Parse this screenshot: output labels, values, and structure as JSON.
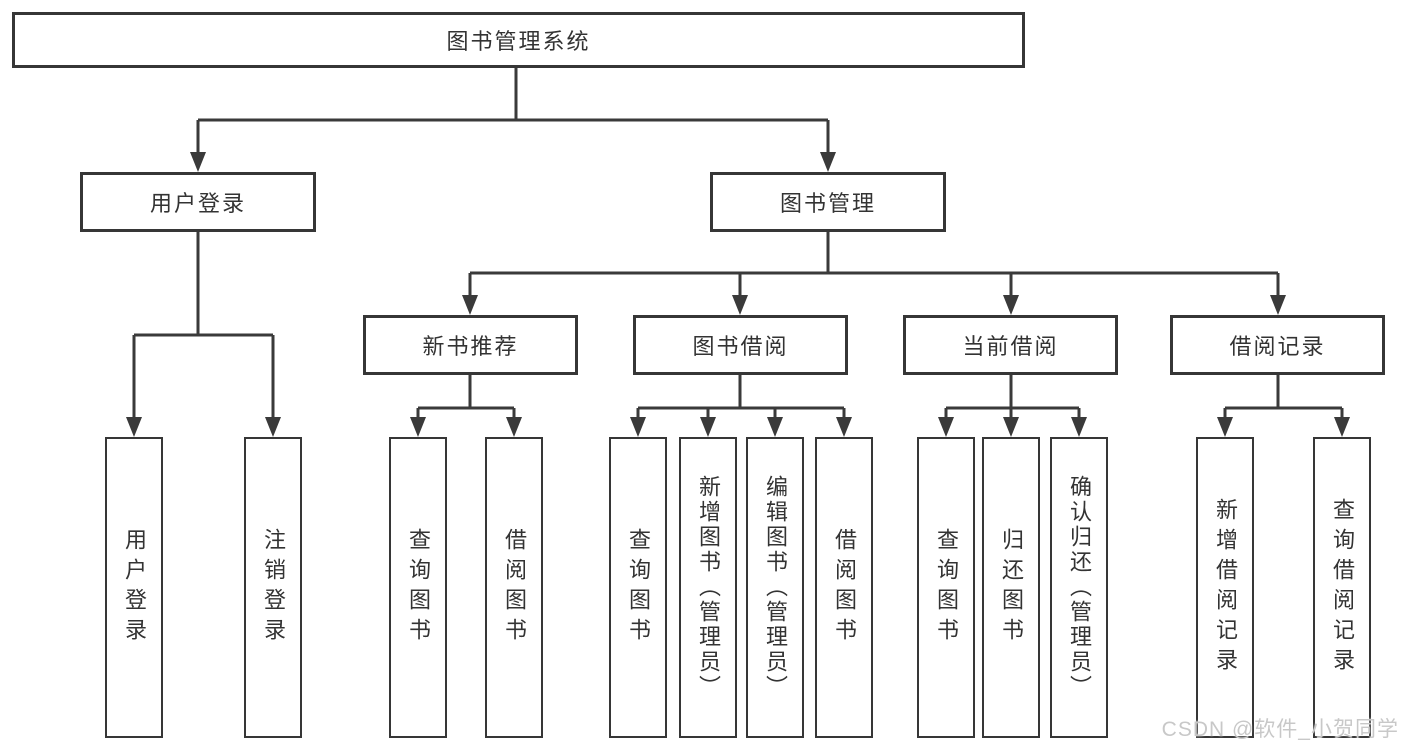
{
  "tree": {
    "root": {
      "label": "图书管理系统"
    },
    "branches": [
      {
        "label": "用户登录",
        "children": [
          {
            "label": "用户登录"
          },
          {
            "label": "注销登录"
          }
        ]
      },
      {
        "label": "图书管理",
        "children": [
          {
            "label": "新书推荐",
            "children": [
              {
                "label": "查询图书"
              },
              {
                "label": "借阅图书"
              }
            ]
          },
          {
            "label": "图书借阅",
            "children": [
              {
                "label": "查询图书"
              },
              {
                "label": "新增图书（管理员）"
              },
              {
                "label": "编辑图书（管理员）"
              },
              {
                "label": "借阅图书"
              }
            ]
          },
          {
            "label": "当前借阅",
            "children": [
              {
                "label": "查询图书"
              },
              {
                "label": "归还图书"
              },
              {
                "label": "确认归还（管理员）"
              }
            ]
          },
          {
            "label": "借阅记录",
            "children": [
              {
                "label": "新增借阅记录"
              },
              {
                "label": "查询借阅记录"
              }
            ]
          }
        ]
      }
    ]
  },
  "watermark": {
    "text": "CSDN @软件_小贺同学"
  },
  "colors": {
    "line": "#3a3a3a",
    "box_border": "#363636",
    "text": "#333333",
    "background": "#ffffff",
    "watermark": "#c8c8c8"
  }
}
